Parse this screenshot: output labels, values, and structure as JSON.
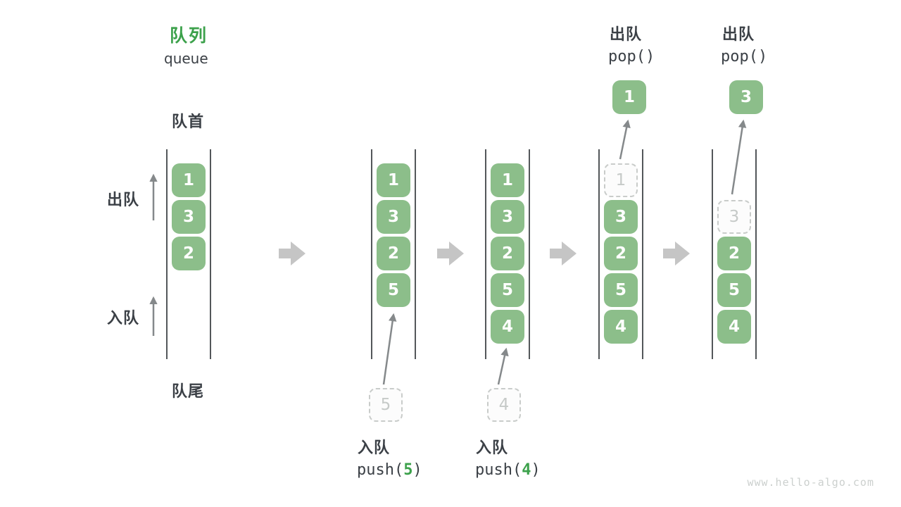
{
  "title": {
    "zh": "队列",
    "en": "queue"
  },
  "labels": {
    "front": "队首",
    "rear": "队尾",
    "dequeue": "出队",
    "enqueue": "入队"
  },
  "columns": [
    {
      "slots": [
        {
          "v": "1",
          "style": "solid"
        },
        {
          "v": "3",
          "style": "solid"
        },
        {
          "v": "2",
          "style": "solid"
        }
      ]
    },
    {
      "slots": [
        {
          "v": "1",
          "style": "solid"
        },
        {
          "v": "3",
          "style": "solid"
        },
        {
          "v": "2",
          "style": "solid"
        },
        {
          "v": "5",
          "style": "solid"
        }
      ]
    },
    {
      "slots": [
        {
          "v": "1",
          "style": "solid"
        },
        {
          "v": "3",
          "style": "solid"
        },
        {
          "v": "2",
          "style": "solid"
        },
        {
          "v": "5",
          "style": "solid"
        },
        {
          "v": "4",
          "style": "solid"
        }
      ]
    },
    {
      "slots": [
        {
          "v": "1",
          "style": "dashed"
        },
        {
          "v": "3",
          "style": "solid"
        },
        {
          "v": "2",
          "style": "solid"
        },
        {
          "v": "5",
          "style": "solid"
        },
        {
          "v": "4",
          "style": "solid"
        }
      ]
    },
    {
      "slots": [
        {
          "v": "",
          "style": "empty"
        },
        {
          "v": "3",
          "style": "dashed"
        },
        {
          "v": "2",
          "style": "solid"
        },
        {
          "v": "5",
          "style": "solid"
        },
        {
          "v": "4",
          "style": "solid"
        }
      ]
    }
  ],
  "floating": {
    "popped_first": "1",
    "popped_second": "3",
    "pushed_first": "5",
    "pushed_second": "4"
  },
  "operations": {
    "push_a": {
      "label": "入队",
      "code_pre": "push(",
      "arg": "5",
      "code_post": ")"
    },
    "push_b": {
      "label": "入队",
      "code_pre": "push(",
      "arg": "4",
      "code_post": ")"
    },
    "pop_a": {
      "label": "出队",
      "code": "pop()"
    },
    "pop_b": {
      "label": "出队",
      "code": "pop()"
    }
  },
  "watermark": "www.hello-algo.com",
  "colors": {
    "box_green": "#8CBE8A",
    "accent_green": "#3CA14B",
    "text_dark": "#3B4046",
    "wall_gray": "#53575A",
    "thin_arrow_gray": "#85898B",
    "block_arrow_gray": "#C5C5C5",
    "dashed_border": "#C9CCCA",
    "dashed_text": "#C6CAC8"
  }
}
